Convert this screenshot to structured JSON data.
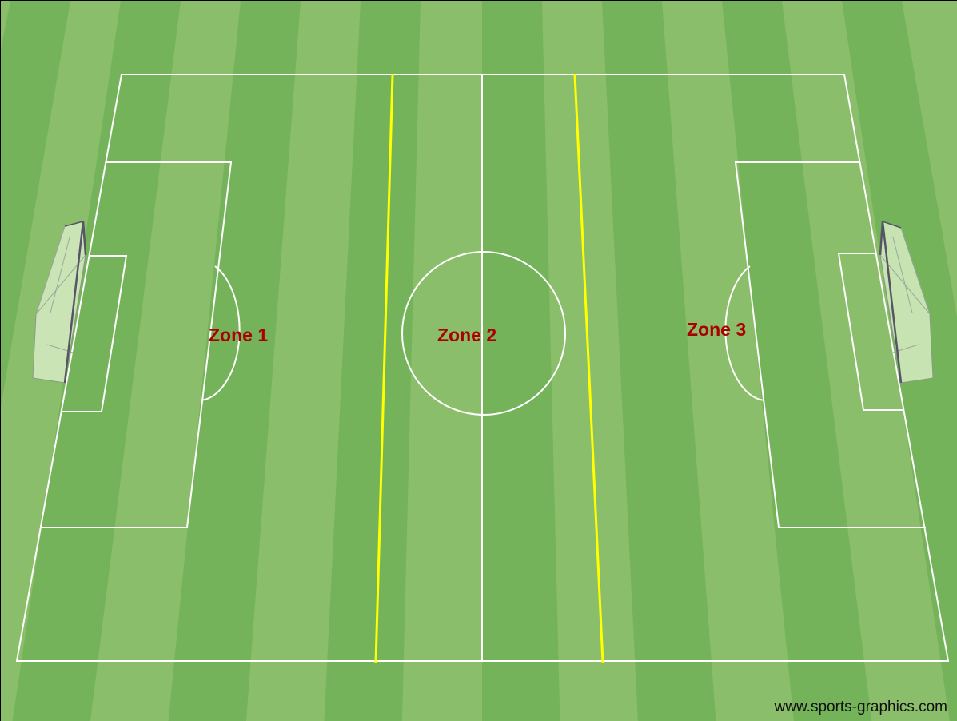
{
  "pitch": {
    "zones": [
      {
        "label": "Zone 1"
      },
      {
        "label": "Zone 2"
      },
      {
        "label": "Zone 3"
      }
    ],
    "watermark": "www.sports-graphics.com"
  },
  "colors": {
    "grass_light": "#8bbe6a",
    "grass_dark": "#74b35a",
    "line_white": "#ffffff",
    "zone_divider": "#ffff00",
    "zone_label": "#aa0000",
    "goal_net": "#d6ebc2",
    "goal_frame": "#555566"
  }
}
